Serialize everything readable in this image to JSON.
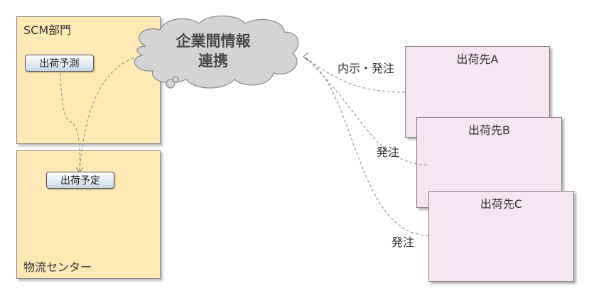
{
  "scm_zone": {
    "label": "SCM部門",
    "node": "出荷予測"
  },
  "logistics_zone": {
    "label": "物流センター",
    "node": "出荷予定"
  },
  "cloud": {
    "line1": "企業間情報",
    "line2": "連携"
  },
  "destinations": [
    {
      "label": "出荷先A",
      "edge_label": "内示・発注"
    },
    {
      "label": "出荷先B",
      "edge_label": "発注"
    },
    {
      "label": "出荷先C",
      "edge_label": "発注"
    }
  ]
}
